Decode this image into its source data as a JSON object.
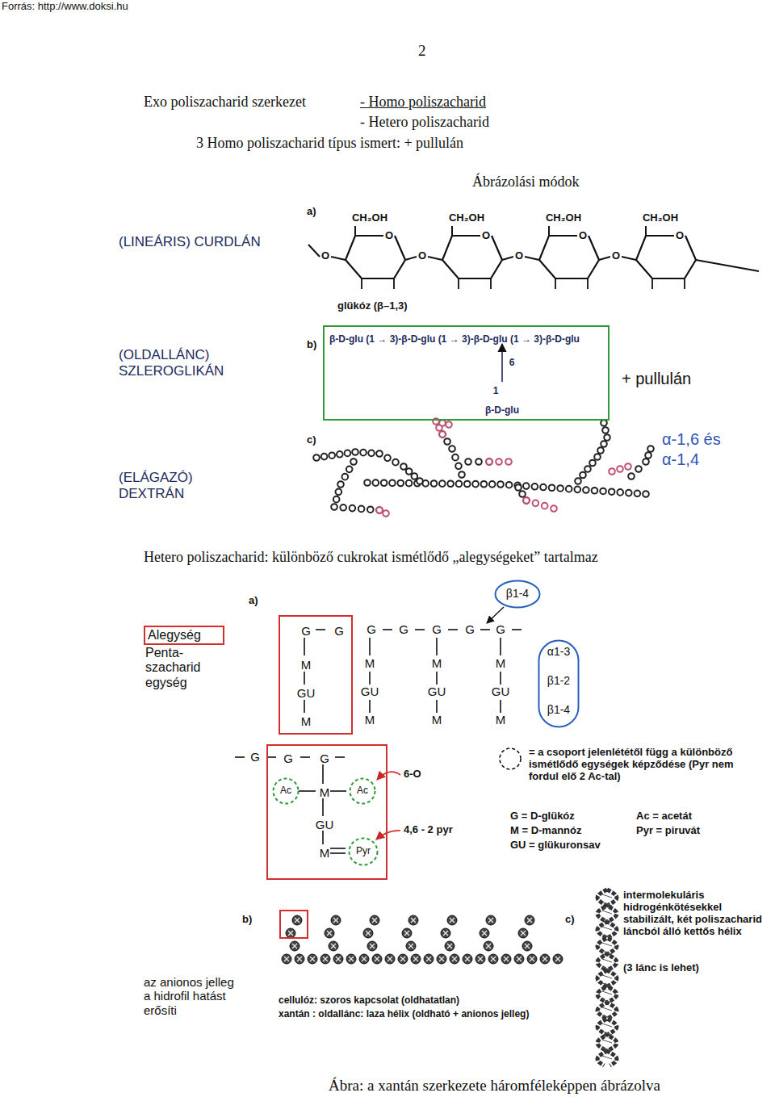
{
  "diagram": {
    "caption": "Ábra: a xantán szerkezete háromféleképpen ábrázolva",
    "nodes": [
      {
        "text": [
          "β-D-glu (1 → 3)-β-D-glu (1 → 3)-β-D-glu (1 → 3)-β-D-glu",
          "6",
          "1",
          "β-D-glu"
        ]
      },
      {
        "text": [
          "Alegység"
        ]
      },
      {
        "text": [
          "G",
          "G",
          "M",
          "GU",
          "M"
        ]
      },
      {
        "text": [
          "β1-4"
        ]
      },
      {
        "text": [
          "α1-3",
          "β1-2",
          "β1-4"
        ]
      },
      {
        "text": [
          "G",
          "G",
          "M",
          "GU",
          "M"
        ]
      },
      {
        "text": [
          "Ac"
        ],
        "in": 5
      },
      {
        "text": [
          "Ac"
        ],
        "in": 5
      },
      {
        "text": [
          "Pyr"
        ],
        "in": 5
      }
    ],
    "labels": [
      "Forrás: http://www.doksi.hu",
      "2",
      "Exo poliszacharid szerkezet",
      "- Homo poliszacharid",
      "- Hetero poliszacharid",
      "3 Homo poliszacharid típus ismert: + pullulán",
      "Ábrázolási módok",
      "(LINEÁRIS) CURDLÁN",
      "(OLDALLÁNC) SZLEROGLIKÁN",
      "(ELÁGAZÓ) DEXTRÁN",
      "a)",
      "CH₂OH",
      "CH₂OH",
      "CH₂OH",
      "CH₂OH",
      "O",
      "O",
      "O",
      "O",
      "O",
      "O",
      "O",
      "O",
      "glükóz (β–1,3)",
      "b)",
      "+ pullulán",
      "c)",
      "α-1,6 és",
      "α-1,4",
      "Hetero poliszacharid: különböző cukrokat ismétlődő „alegységeket” tartalmaz",
      "a)",
      "G",
      "G",
      "G",
      "G",
      "G",
      "M",
      "GU",
      "M",
      "M",
      "GU",
      "M",
      "M",
      "GU",
      "M",
      "Penta- szacharid egység",
      "G",
      "6-O",
      "4,6 - 2 pyr",
      "G = D-glükóz",
      "M = D-mannóz",
      "GU = glükuronsav",
      "Ac = acetát",
      "Pyr = piruvát",
      "b)",
      "cellulóz: szoros kapcsolat (oldhatatlan)",
      "xantán : oldallánc: laza hélix (oldható + anionos jelleg)",
      "az anionos jelleg a hidrofil hatást erősíti",
      "c)",
      "intermolekuláris hidrogénkötésekkel stabilizált, két poliszacharid láncból álló kettős hélix",
      "(3 lánc is lehet)"
    ],
    "legend": [
      {
        "text": "= a csoport jelenlététől függ a különböző ismétlődő egységek képződése (Pyr nem fordul elő 2 Ac-tal)"
      }
    ]
  }
}
